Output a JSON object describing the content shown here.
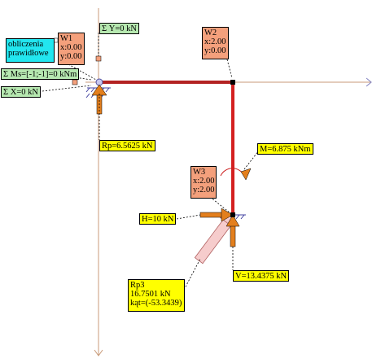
{
  "nodes": [
    {
      "name": "W1",
      "x": "x:0.00",
      "y": "y:0.00"
    },
    {
      "name": "W2",
      "x": "x:2.00",
      "y": "y:0.00"
    },
    {
      "name": "W3",
      "x": "x:2.00",
      "y": "y:2.00"
    }
  ],
  "status": {
    "line1": "obliczenia",
    "line2": "prawidłowe"
  },
  "sums": {
    "y": "Σ Y=0 kN",
    "ms": "Σ Ms=[-1;-1]=0 kNm",
    "x": "Σ X=0 kN"
  },
  "results": {
    "rp": "Rp=6.5625 kN",
    "m": "M=6.875 kNm",
    "h": "H=10 kN",
    "v": "V=13.4375 kN",
    "rp3": {
      "line1": "Rp3",
      "line2": "16.7501 kN",
      "line3": "kąt=(-53.3439)"
    }
  },
  "colors": {
    "axis": "#c89a78",
    "beam": "#b32222",
    "support_arrow": "#e37f1d",
    "reaction_pink": "#f6cccc",
    "node_box": "#f4a07c",
    "sum_box": "#b6e8b0",
    "value_box": "#ffff00",
    "status_box": "#22e6ef"
  }
}
